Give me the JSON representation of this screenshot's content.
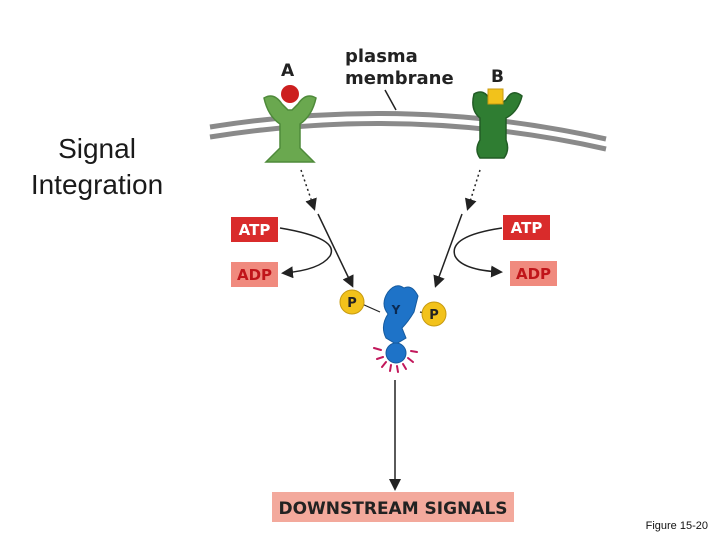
{
  "title": {
    "line1": "Signal",
    "line2": "Integration"
  },
  "labels": {
    "receptor_a": "A",
    "receptor_b": "B",
    "membrane_line1": "plasma",
    "membrane_line2": "membrane"
  },
  "left": {
    "atp": "ATP",
    "adp": "ADP"
  },
  "right": {
    "atp": "ATP",
    "adp": "ADP"
  },
  "protein": {
    "label": "Y",
    "phosphate_left": "P",
    "phosphate_right": "P"
  },
  "output": "DOWNSTREAM SIGNALS",
  "figure_ref": "Figure 15-20",
  "colors": {
    "membrane": "#8a8a8a",
    "receptor_a": "#6aa84f",
    "receptor_b": "#2f7d32",
    "ligand_a": "#cc1f1f",
    "ligand_b": "#f2c21b",
    "protein_y": "#1e73c8",
    "phosphate": "#f2c21b",
    "atp_box": "#d92b2b",
    "adp_box": "#f08a7e",
    "output_box": "#f3a99c",
    "glow": "#c2185b"
  }
}
